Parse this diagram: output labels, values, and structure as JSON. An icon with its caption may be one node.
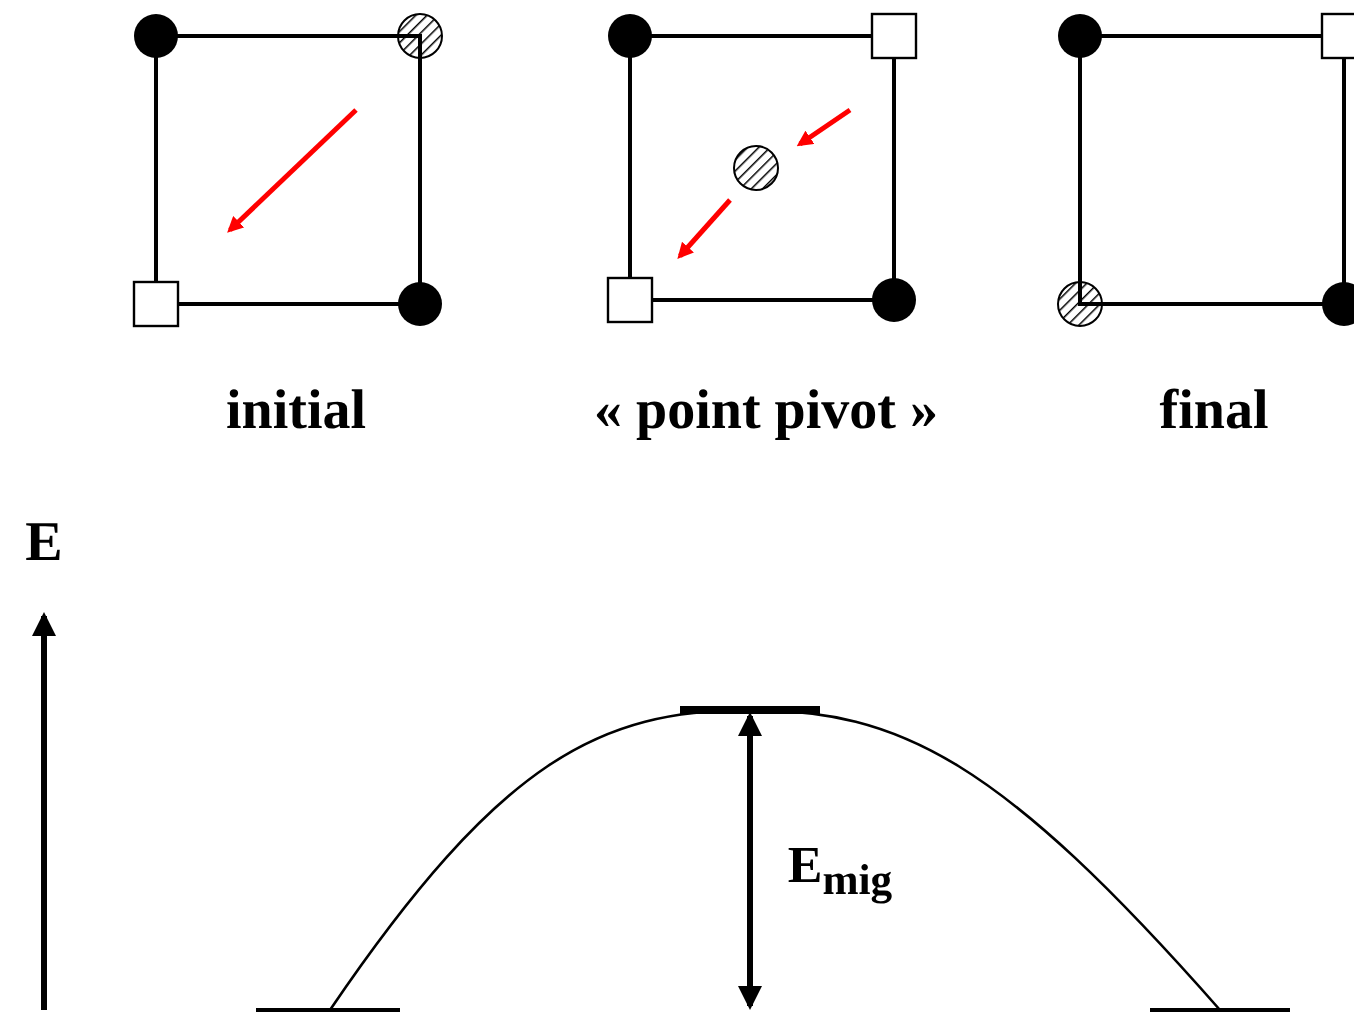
{
  "diagram": {
    "labels": [
      "initial",
      "« point pivot »",
      "final",
      "E",
      "E$_{mig}$"
    ]
  }
}
